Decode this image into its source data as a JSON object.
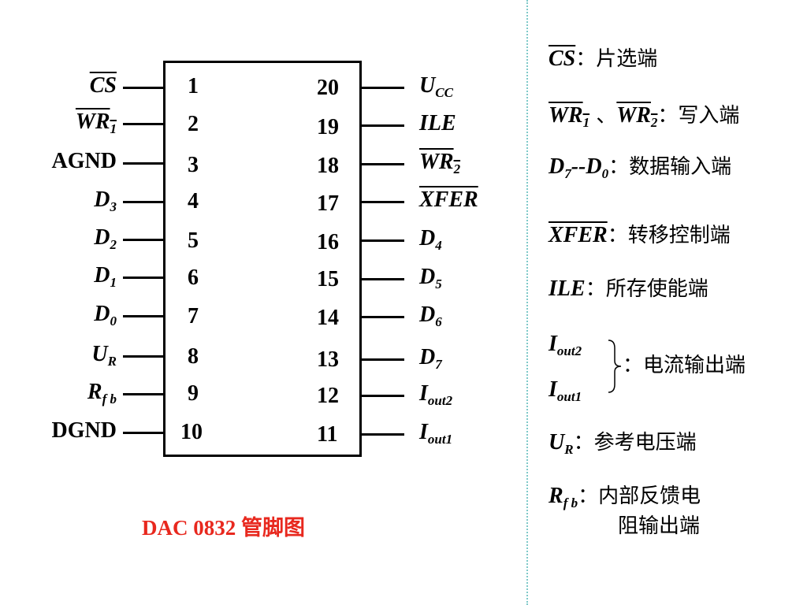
{
  "chip": {
    "left_pins": [
      {
        "num": "1",
        "name": "CS",
        "over": true,
        "italic": true
      },
      {
        "num": "2",
        "name": "WR",
        "sub": "1",
        "over": true,
        "italic": true
      },
      {
        "num": "3",
        "name": "AGND",
        "italic": false
      },
      {
        "num": "4",
        "name": "D",
        "sub": "3",
        "italic": true
      },
      {
        "num": "5",
        "name": "D",
        "sub": "2",
        "italic": true
      },
      {
        "num": "6",
        "name": "D",
        "sub": "1",
        "italic": true
      },
      {
        "num": "7",
        "name": "D",
        "sub": "0",
        "italic": true
      },
      {
        "num": "8",
        "name": "U",
        "sub": "R",
        "italic": true
      },
      {
        "num": "9",
        "name": "R",
        "sub": "f b",
        "italic": true
      },
      {
        "num": "10",
        "name": "DGND",
        "italic": false
      }
    ],
    "right_pins": [
      {
        "num": "20",
        "name": "U",
        "sub": "CC",
        "italic": true
      },
      {
        "num": "19",
        "name": "ILE",
        "italic": true
      },
      {
        "num": "18",
        "name": "WR",
        "sub": "2",
        "over": true,
        "italic": true
      },
      {
        "num": "17",
        "name": "XFER",
        "over": true,
        "italic": true
      },
      {
        "num": "16",
        "name": "D",
        "sub": "4",
        "italic": true
      },
      {
        "num": "15",
        "name": "D",
        "sub": "5",
        "italic": true
      },
      {
        "num": "14",
        "name": "D",
        "sub": "6",
        "italic": true
      },
      {
        "num": "13",
        "name": "D",
        "sub": "7",
        "italic": true
      },
      {
        "num": "12",
        "name": "I",
        "sub": "out2",
        "italic": true
      },
      {
        "num": "11",
        "name": "I",
        "sub": "out1",
        "italic": true
      }
    ]
  },
  "title": "DAC 0832 管脚图",
  "legend": {
    "cs": {
      "key": "CS",
      "desc": "：片选端"
    },
    "wr": {
      "key1": "WR",
      "sub1": "1",
      "sep": " 、",
      "key2": "WR",
      "sub2": "2",
      "desc": "：写入端"
    },
    "d": {
      "key1": "D",
      "sub1": "7",
      "mid": "--",
      "key2": "D",
      "sub2": "0",
      "desc": "：数据输入端"
    },
    "xfer": {
      "key": "XFER",
      "desc": "：转移控制端"
    },
    "ile": {
      "key": "ILE",
      "desc": "：所存使能端"
    },
    "iout": {
      "key1": "I",
      "sub1": "out2",
      "key2": "I",
      "sub2": "out1",
      "desc": "：电流输出端"
    },
    "ur": {
      "key": "U",
      "sub": "R",
      "desc": "：参考电压端"
    },
    "rfb": {
      "key": "R",
      "sub": "f b",
      "desc_line1": "：内部反馈电",
      "desc_line2": "阻输出端"
    }
  },
  "colors": {
    "title": "#e8281e",
    "divider": "#7fc9c9"
  }
}
